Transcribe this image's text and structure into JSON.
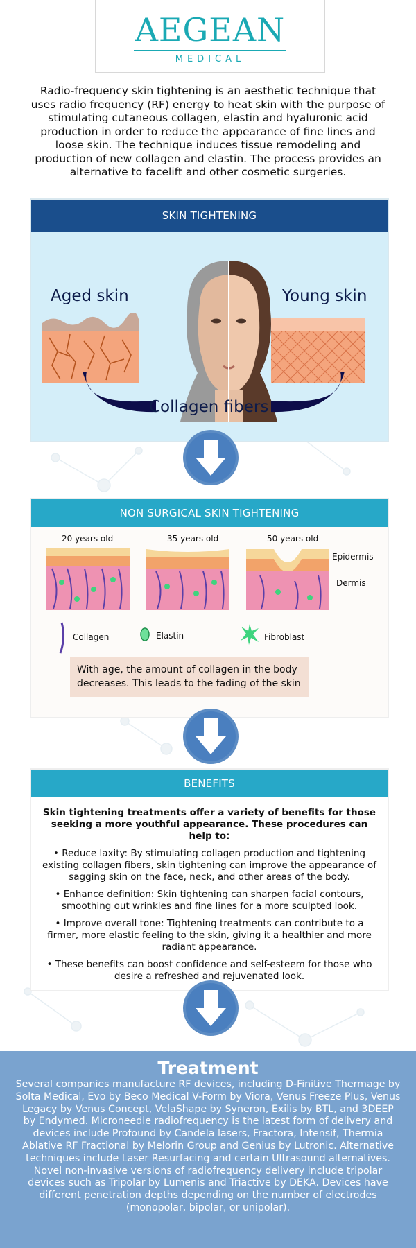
{
  "logo": {
    "name": "AEGEAN",
    "subtitle": "MEDICAL"
  },
  "intro": "Radio-frequency skin tightening is an aesthetic technique that uses radio frequency (RF) energy to heat skin with the purpose of stimulating cutaneous collagen, elastin and hyaluronic acid production in order to reduce the appearance of fine lines and loose skin. The technique induces tissue remodeling and production of new collagen and elastin. The process provides an alternative to facelift and other cosmetic surgeries.",
  "skin_panel": {
    "title": "SKIN TIGHTENING",
    "aged_label": "Aged skin",
    "young_label": "Young skin",
    "collagen_label": "Collagen fibers"
  },
  "nonsurgical_panel": {
    "title": "NON SURGICAL SKIN TIGHTENING",
    "ages": [
      "20 years old",
      "35 years old",
      "50 years old"
    ],
    "layers": {
      "epidermis": "Epidermis",
      "dermis": "Dermis"
    },
    "legend": {
      "collagen": "Collagen",
      "elastin": "Elastin",
      "fibroblast": "Fibroblast"
    },
    "note": "With age, the amount of collagen in the body decreases. This leads to the fading of the skin"
  },
  "benefits_panel": {
    "title": "BENEFITS",
    "intro": "Skin tightening treatments offer a variety of benefits for those seeking a more youthful appearance. These procedures can help to:",
    "items": [
      "• Reduce laxity: By stimulating collagen production and tightening existing collagen fibers, skin tightening can improve the appearance of sagging skin on the face, neck, and other areas of the body.",
      "• Enhance definition: Skin tightening can sharpen facial contours, smoothing out wrinkles and fine lines for a more sculpted look.",
      "• Improve overall tone: Tightening treatments can contribute to a firmer, more elastic feeling to the skin, giving it a healthier and more radiant appearance.",
      "• These benefits can boost confidence and self-esteem for those who desire a refreshed and rejuvenated look."
    ]
  },
  "treatment": {
    "title": "Treatment",
    "text": "Several companies manufacture RF devices, including D-Finitive Thermage by Solta Medical, Evo by Beco Medical V-Form by Viora, Venus Freeze Plus, Venus Legacy by Venus Concept, VelaShape by Syneron, Exilis by BTL, and 3DEEP by Endymed. Microneedle radiofrequency is the latest form of delivery and devices include Profound by Candela lasers, Fractora, Intensif, Thermia Ablative RF Fractional by Melorin Group and Genius by Lutronic. Alternative techniques include Laser Resurfacing and certain Ultrasound alternatives. Novel non-invasive versions of radiofrequency delivery include tripolar devices such as Tripolar by Lumenis and Triactive by DEKA. Devices have different penetration depths depending on the number of electrodes (monopolar, bipolar, or unipolar)."
  },
  "colors": {
    "brand": "#1aa9b4",
    "panel_header_dark": "#1a4e8c",
    "panel_header_light": "#27a8c8",
    "treatment_bg": "#7aa3cf"
  }
}
